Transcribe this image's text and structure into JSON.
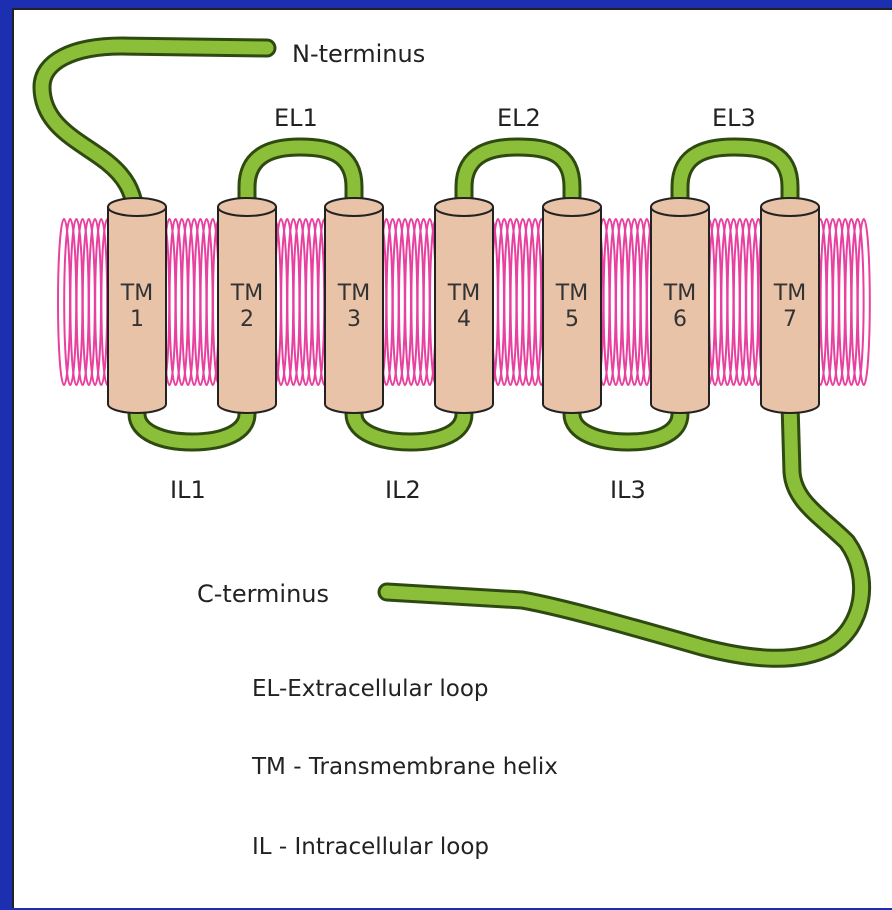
{
  "colors": {
    "background_frame": "#1b2fb0",
    "membrane": "#e8409e",
    "helix_fill": "#e8c3a8",
    "helix_stroke": "#222222",
    "loop_fill": "#8bbf3a",
    "loop_stroke": "#2f4a10"
  },
  "labels": {
    "n_terminus": "N-terminus",
    "c_terminus": "C-terminus",
    "el1": "EL1",
    "el2": "EL2",
    "el3": "EL3",
    "il1": "IL1",
    "il2": "IL2",
    "il3": "IL3"
  },
  "helices": [
    {
      "top": "TM",
      "num": "1"
    },
    {
      "top": "TM",
      "num": "2"
    },
    {
      "top": "TM",
      "num": "3"
    },
    {
      "top": "TM",
      "num": "4"
    },
    {
      "top": "TM",
      "num": "5"
    },
    {
      "top": "TM",
      "num": "6"
    },
    {
      "top": "TM",
      "num": "7"
    }
  ],
  "legend": [
    "EL-Extracellular loop",
    "TM - Transmembrane helix",
    "IL - Intracellular loop"
  ]
}
